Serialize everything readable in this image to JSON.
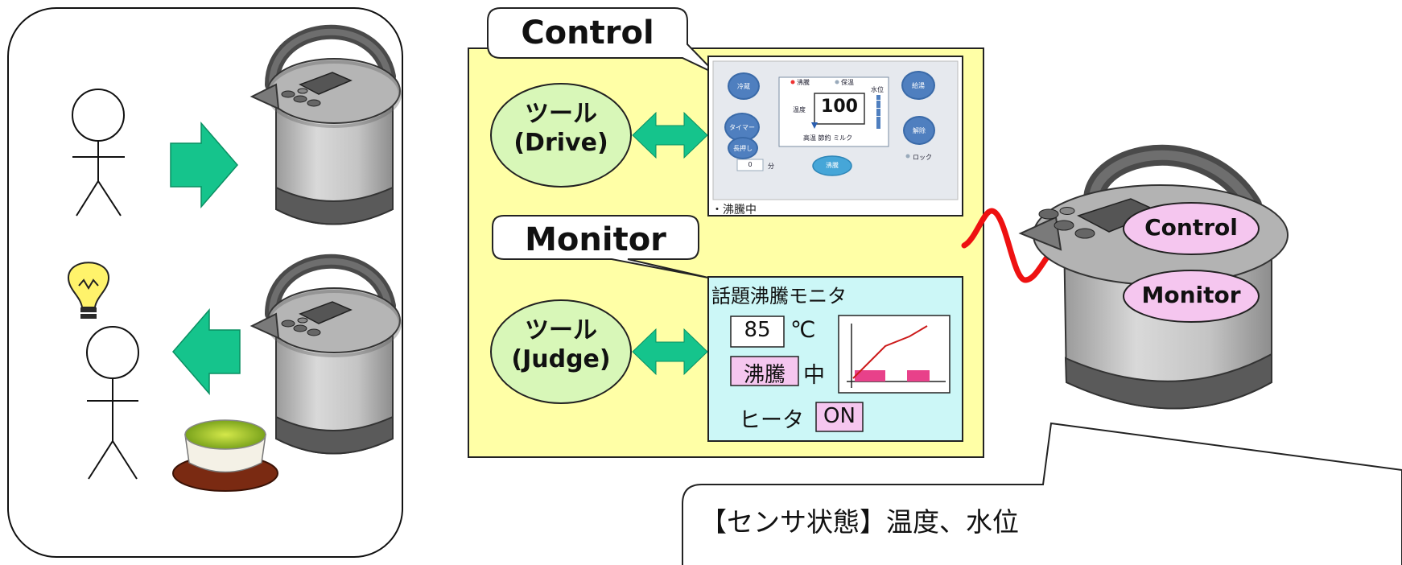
{
  "colors": {
    "yellow_panel": "#ffffa6",
    "cyan_panel": "#ccf7f7",
    "pink": "#f5c6ef",
    "light_green": "#d8f7b8",
    "arrow_green": "#15c48c",
    "wire_red": "#ee1111",
    "ui_button_blue": "#4f7fbf",
    "lightbulb_yellow": "#fff36b"
  },
  "control_callout": "Control",
  "monitor_callout": "Monitor",
  "tool_drive": {
    "line1": "ツール",
    "line2": "(Drive)"
  },
  "tool_judge": {
    "line1": "ツール",
    "line2": "(Judge)"
  },
  "ui_panel": {
    "btn_cold": "冷蔵",
    "btn_timer": "タイマー",
    "btn_set": "長押し",
    "btn_supply": "給湯",
    "btn_unlock": "解除",
    "btn_center": "沸騰",
    "mode_boil": "沸騰",
    "mode_keep": "保温",
    "temp_label": "温度",
    "temp_value": "100",
    "water_label": "水位",
    "sub_labels": "高温 節約 ミルク",
    "timer_value": "0",
    "timer_unit": "分",
    "lock_label": "ロック",
    "status_line": "・沸騰中"
  },
  "monitor_panel": {
    "title": "話題沸騰モニタ",
    "temp_value": "85",
    "temp_unit": "℃",
    "boil_label": "沸騰",
    "boil_suffix": "中",
    "heater_label": "ヒータ",
    "heater_value": "ON"
  },
  "pot_labels": {
    "control": "Control",
    "monitor": "Monitor"
  },
  "sensor_callout": "【センサ状態】温度、水位"
}
